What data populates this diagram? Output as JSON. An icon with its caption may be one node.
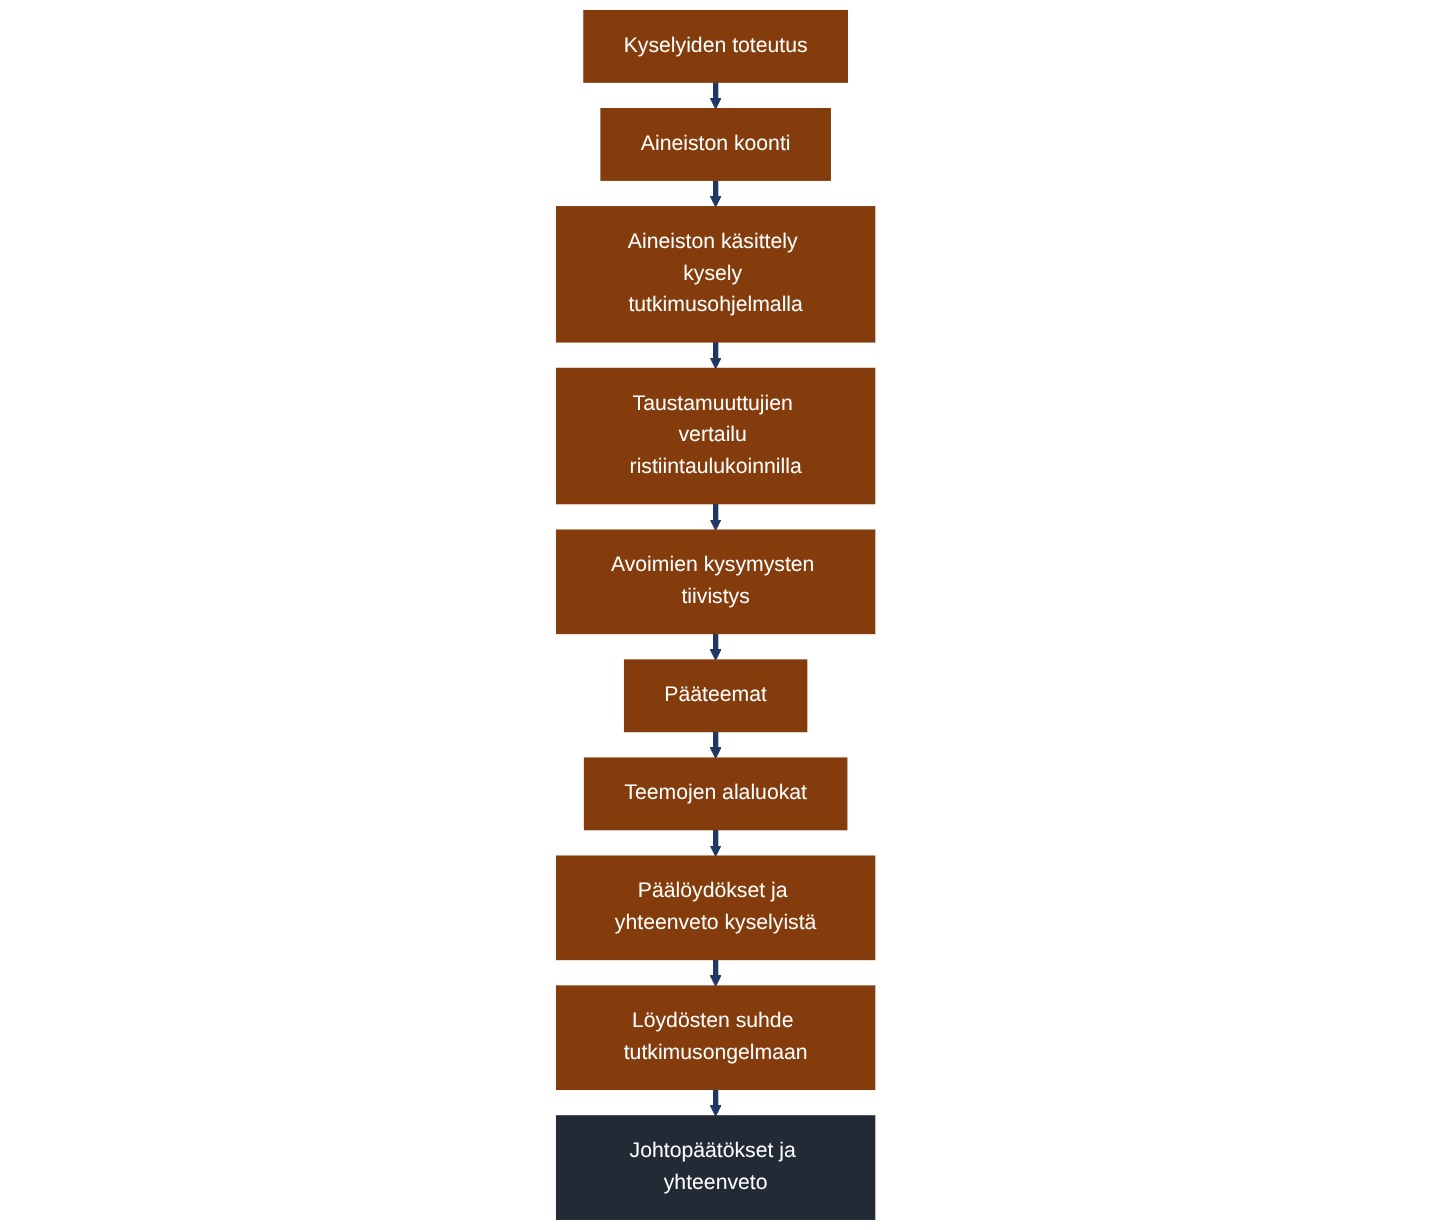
{
  "diagram": {
    "nodes": [
      {
        "text": [
          "Kyselyiden toteutus"
        ]
      },
      {
        "text": [
          "Aineiston koonti"
        ]
      },
      {
        "text": [
          "Aineiston käsittely kysely tutkimusohjelmalla"
        ]
      },
      {
        "text": [
          "Taustamuuttujien vertailu ristiintaulukoinnilla"
        ]
      },
      {
        "text": [
          "Avoimien kysymysten tiivistys"
        ]
      },
      {
        "text": [
          "Pääteemat"
        ]
      },
      {
        "text": [
          "Teemojen alaluokat"
        ]
      },
      {
        "text": [
          "Päälöydökset ja yhteenveto kyselyistä"
        ]
      },
      {
        "text": [
          "Löydösten suhde tutkimusongelmaan"
        ]
      },
      {
        "text": [
          "Johtopäätökset ja yhteenveto"
        ]
      }
    ],
    "edges": [
      {
        "from": 0,
        "to": 1,
        "arrow": "to"
      },
      {
        "from": 1,
        "to": 2,
        "arrow": "to"
      },
      {
        "from": 2,
        "to": 3,
        "arrow": "to"
      },
      {
        "from": 3,
        "to": 4,
        "arrow": "to"
      },
      {
        "from": 4,
        "to": 5,
        "arrow": "to"
      },
      {
        "from": 5,
        "to": 6,
        "arrow": "to"
      },
      {
        "from": 6,
        "to": 7,
        "arrow": "to"
      },
      {
        "from": 7,
        "to": 8,
        "arrow": "to"
      },
      {
        "from": 8,
        "to": 9,
        "arrow": "to"
      }
    ]
  }
}
